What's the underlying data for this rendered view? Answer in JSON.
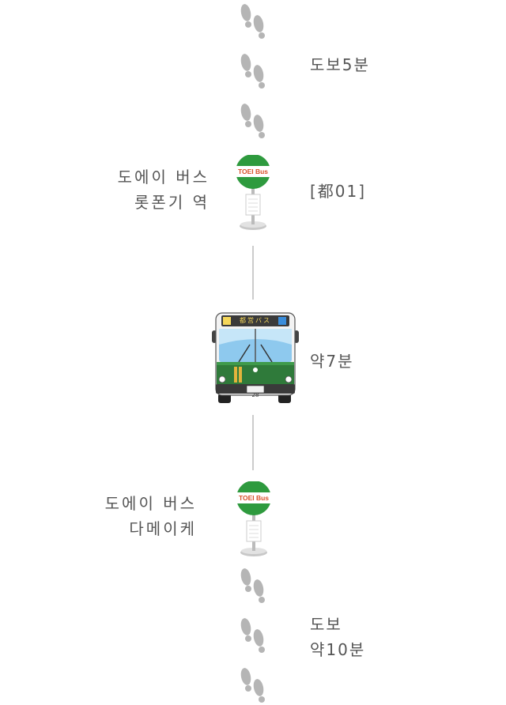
{
  "walk_start": {
    "duration": "도보5분",
    "icon": "footsteps-icon"
  },
  "stop_1": {
    "name_line1": "도에이 버스",
    "name_line2": "롯폰기 역",
    "route": "[都01]",
    "sign_text": "TOEI Bus",
    "sign_color": "#2e9a3e"
  },
  "bus": {
    "duration": "약7분",
    "destination_display": "都営バス",
    "body_color": "#2f7a3a",
    "icon": "bus-icon",
    "plate": "28"
  },
  "stop_2": {
    "name_line1": "도에이 버스",
    "name_line2": "다메이케",
    "sign_text": "TOEI Bus",
    "sign_color": "#2e9a3e"
  },
  "walk_end": {
    "line1": "도보",
    "line2": "약10분",
    "icon": "footsteps-icon"
  },
  "colors": {
    "text": "#555555",
    "connector": "#cccccc",
    "footstep": "#b5b5b5"
  }
}
